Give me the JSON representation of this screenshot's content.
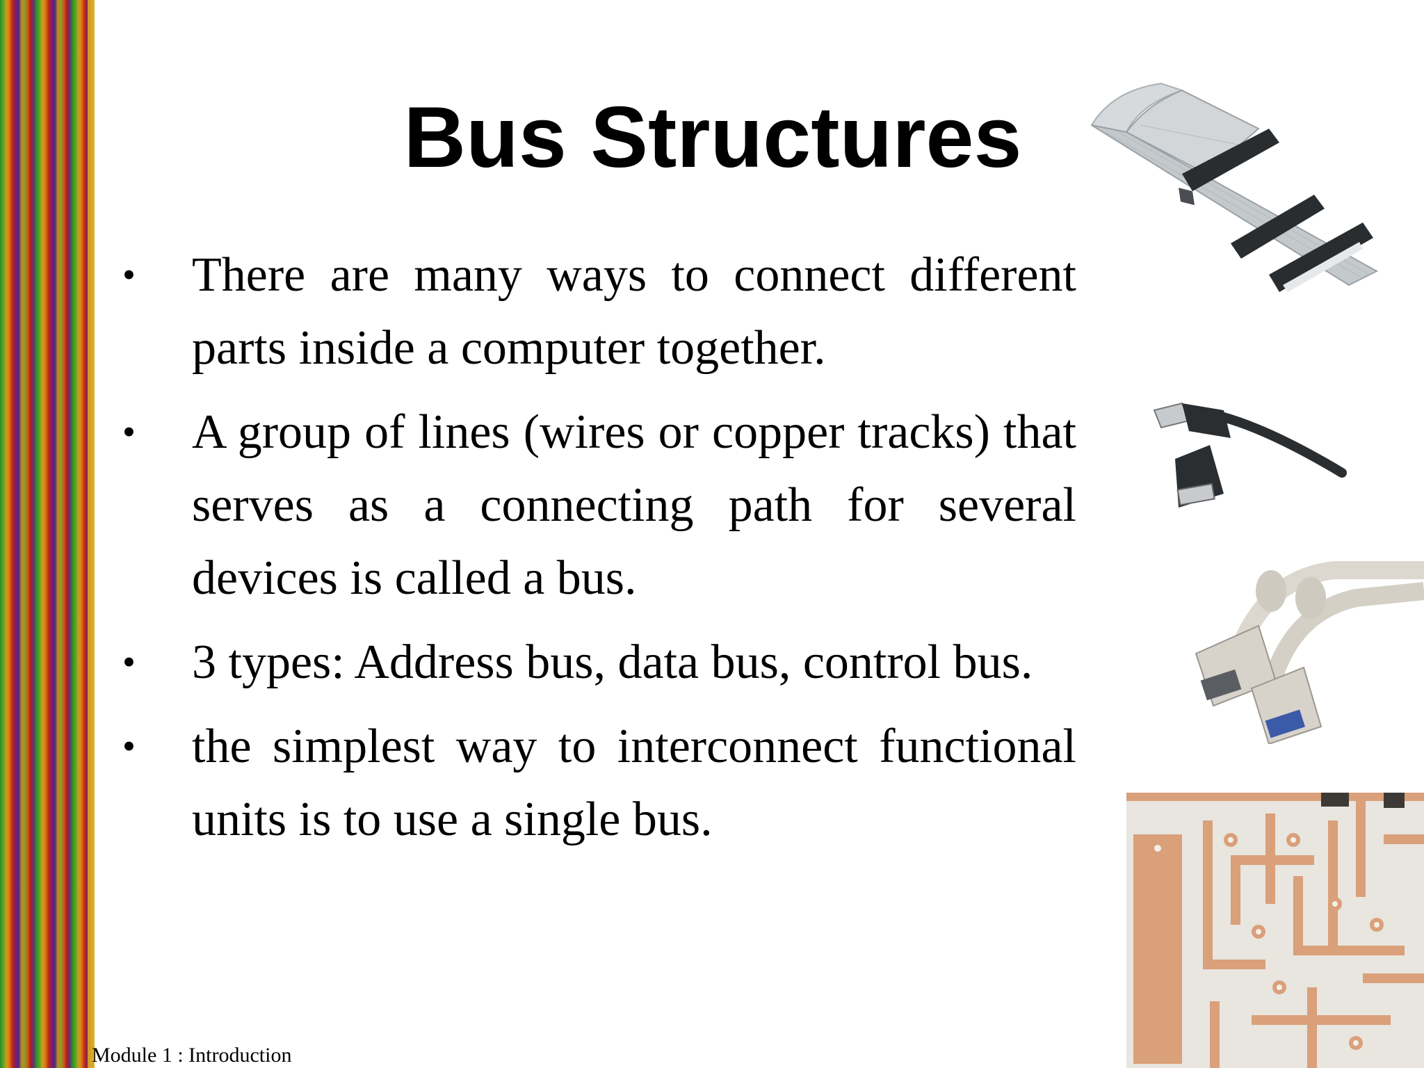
{
  "slide": {
    "title": "Bus Structures",
    "bullets": [
      {
        "marker": "•",
        "text": "There are many ways to connect different parts inside a computer together."
      },
      {
        "marker": "•",
        "text": "A group of lines (wires or copper tracks) that serves as a connecting path for several devices is called a bus."
      },
      {
        "marker": "•",
        "text": "3 types: Address bus, data bus, control bus."
      },
      {
        "marker": "•",
        "text": "the simplest way to interconnect functional units is to use a single bus."
      }
    ],
    "footer": "Module 1 : Introduction"
  },
  "images": {
    "ribbon_cable": "ribbon-cable-image",
    "usb_cable": "usb-cable-image",
    "vga_cable": "vga-cable-image",
    "circuit_board": "circuit-board-image"
  },
  "colors": {
    "pcb_base": "#e9e5df",
    "pcb_copper": "#d9a07a",
    "cable_gray": "#c4c9cc",
    "connector_black": "#2a2d30"
  }
}
